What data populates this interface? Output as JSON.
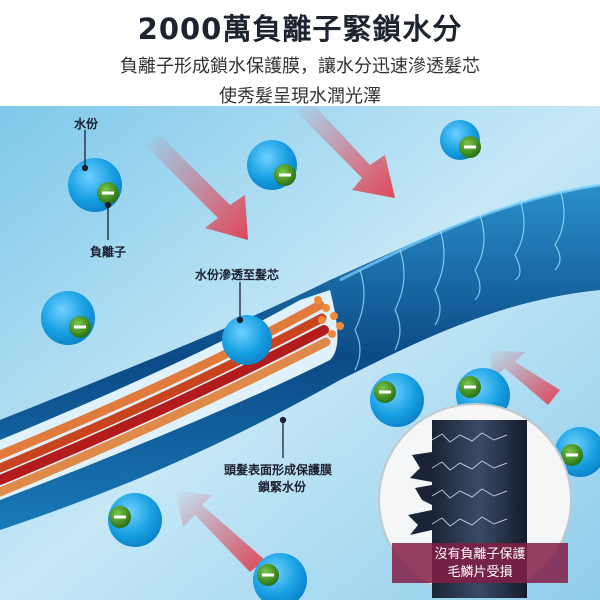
{
  "header": {
    "title": "2000萬負離子緊鎖水分",
    "subtitle_line1": "負離子形成鎖水保護膜，讓水分迅速滲透髮芯",
    "subtitle_line2": "使秀髮呈現水潤光澤"
  },
  "labels": {
    "water": "水份",
    "negative_ion": "負離子",
    "penetrate": "水份滲透至髮芯",
    "film_line1": "頭髮表面形成保護膜",
    "film_line2": "鎖緊水份"
  },
  "inset": {
    "caption_line1": "沒有負離子保護",
    "caption_line2": "毛鱗片受損"
  },
  "colors": {
    "ion_blue": "#1aa3e0",
    "minus_green": "#3a8a1e",
    "arrow_red": "#e04050",
    "caption_bg": "#821e46"
  }
}
